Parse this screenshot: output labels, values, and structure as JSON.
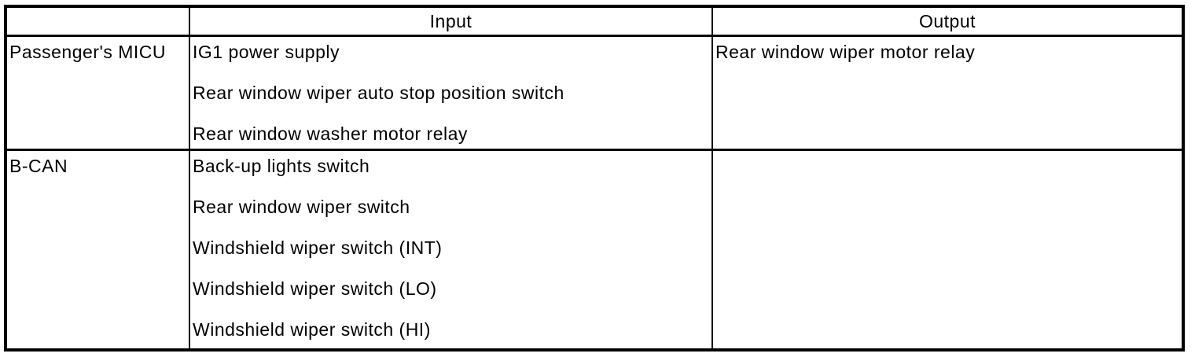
{
  "table": {
    "headers": {
      "source": "",
      "input": "Input",
      "output": "Output"
    },
    "rows": [
      {
        "source": "Passenger's MICU",
        "inputs": [
          "IG1 power supply",
          "Rear window wiper auto stop position switch",
          "Rear window washer motor relay"
        ],
        "outputs": [
          "Rear window wiper motor relay"
        ]
      },
      {
        "source": "B-CAN",
        "inputs": [
          "Back-up lights switch",
          "Rear window wiper switch",
          "Windshield wiper switch (INT)",
          "Windshield wiper switch (LO)",
          "Windshield wiper switch (HI)"
        ],
        "outputs": []
      }
    ]
  }
}
